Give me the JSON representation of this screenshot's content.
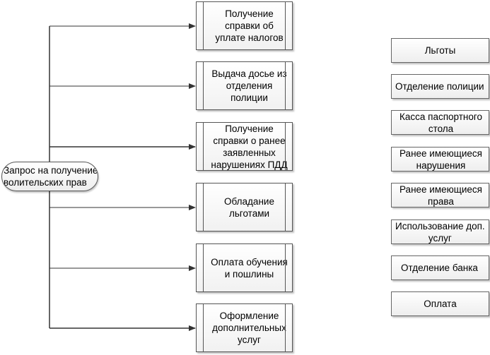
{
  "start": {
    "line1": "Запрос на получение",
    "line2": "волительских прав"
  },
  "processes": [
    {
      "line1": "Получение",
      "line2": "справки об",
      "line3": "уплате налогов"
    },
    {
      "line1": "Выдача досье из",
      "line2": "отделения",
      "line3": "полиции"
    },
    {
      "line1": "Получение",
      "line2": "справки о ранее",
      "line3": "заявленных",
      "line4": "нарушениях ПДД"
    },
    {
      "line1": "Обладание",
      "line2": "льготами"
    },
    {
      "line1": "Оплата обучения",
      "line2": "и пошлины"
    },
    {
      "line1": "Оформление",
      "line2": "дополнительных",
      "line3": "услуг"
    }
  ],
  "labels": [
    {
      "line1": "Льготы"
    },
    {
      "line1": "Отделение полиции"
    },
    {
      "line1": "Касса паспортного",
      "line2": "стола"
    },
    {
      "line1": "Ранее имеющиеся",
      "line2": "нарушения"
    },
    {
      "line1": "Ранее имеющиеся",
      "line2": "права"
    },
    {
      "line1": "Использование доп.",
      "line2": "услуг"
    },
    {
      "line1": "Отделение банка"
    },
    {
      "line1": "Оплата"
    }
  ]
}
